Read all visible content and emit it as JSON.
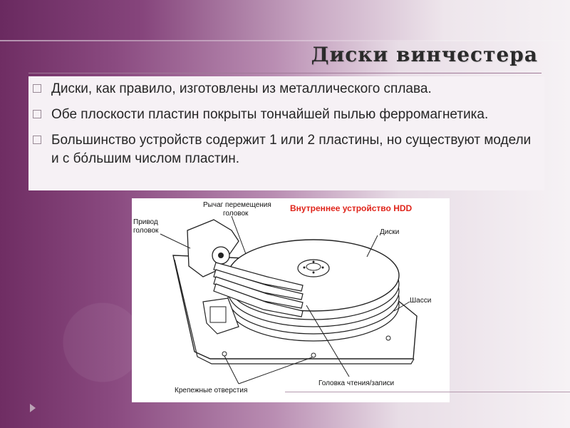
{
  "slide": {
    "title": "Диски винчестера",
    "bullets": [
      "Диски, как правило, изготовлены из металлического сплава.",
      "Обе плоскости пластин покрыты тончайшей пылью ферромагнетика.",
      "Большинство устройств содержит 1 или 2 пластины, но существуют модели и с бо́льшим числом пластин."
    ]
  },
  "figure": {
    "heading": "Внутреннее устройство HDD",
    "labels": {
      "actuator_line1": "Привод",
      "actuator_line2": "головок",
      "lever_line1": "Рычаг перемещения",
      "lever_line2": "головок",
      "disks": "Диски",
      "chassis": "Шасси",
      "mount_holes": "Крепежные отверстия",
      "rw_head": "Головка чтения/записи"
    },
    "heading_color": "#e0251b"
  },
  "colors": {
    "frame_dark": "#6f2d63",
    "frame_light": "#f6f2f5",
    "text": "#262626"
  },
  "icons": {
    "nav": "triangle-right-icon",
    "bullet": "square-bullet-icon"
  }
}
